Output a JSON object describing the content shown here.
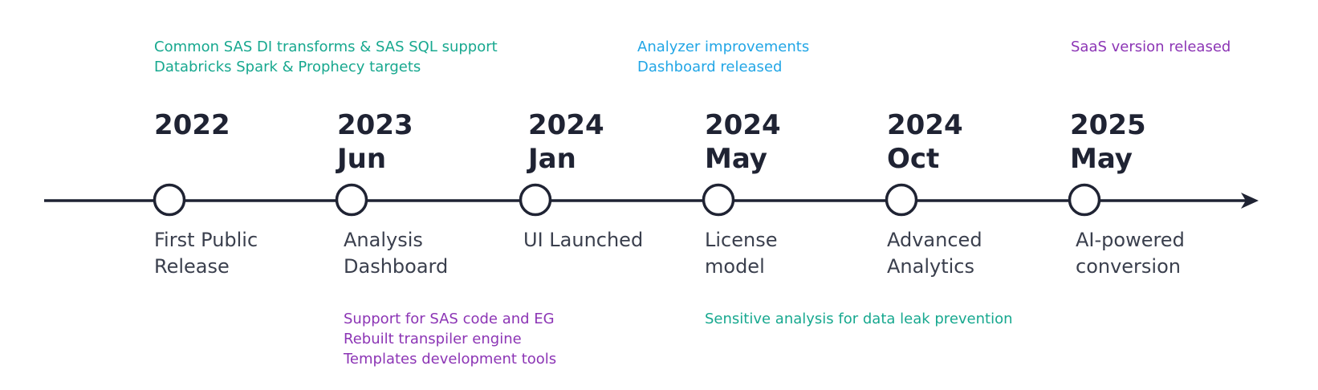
{
  "colors": {
    "axis": "#1f2333",
    "teal": "#17a88f",
    "sky": "#22a6e6",
    "purple": "#8c35b5",
    "milestone_fill": "#ffffff"
  },
  "timeline": {
    "milestones": [
      {
        "year": "2022",
        "month": "",
        "label_line1": "First Public",
        "label_line2": "Release"
      },
      {
        "year": "2023",
        "month": "Jun",
        "label_line1": "Analysis",
        "label_line2": "Dashboard"
      },
      {
        "year": "2024",
        "month": "Jan",
        "label_line1": "UI Launched",
        "label_line2": ""
      },
      {
        "year": "2024",
        "month": "May",
        "label_line1": "License",
        "label_line2": "model"
      },
      {
        "year": "2024",
        "month": "Oct",
        "label_line1": "Advanced",
        "label_line2": "Analytics"
      },
      {
        "year": "2025",
        "month": "May",
        "label_line1": "AI-powered",
        "label_line2": "conversion"
      }
    ],
    "notes_top": {
      "n2022": [
        "Common SAS DI transforms & SAS SQL support",
        "Databricks Spark & Prophecy targets"
      ],
      "n2024may": [
        "Analyzer improvements",
        "Dashboard released"
      ],
      "n2025may": [
        "SaaS version released"
      ]
    },
    "notes_bottom": {
      "n2023jun": [
        "Support for SAS code and EG",
        "Rebuilt transpiler engine",
        "Templates development tools"
      ],
      "n2024may": [
        "Sensitive analysis for data leak prevention"
      ]
    }
  }
}
